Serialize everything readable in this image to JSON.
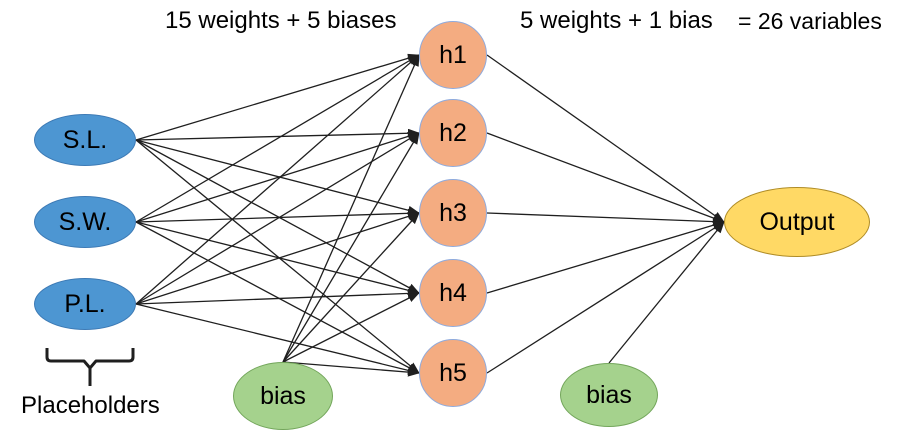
{
  "annotations": {
    "hidden_layer_note": "15 weights + 5 biases",
    "output_layer_note": "5 weights + 1 bias",
    "total_note": "= 26 variables",
    "placeholders_label": "Placeholders"
  },
  "nodes": {
    "sl": {
      "label": "S.L.",
      "type": "input"
    },
    "sw": {
      "label": "S.W.",
      "type": "input"
    },
    "pl": {
      "label": "P.L.",
      "type": "input"
    },
    "h1": {
      "label": "h1",
      "type": "hidden"
    },
    "h2": {
      "label": "h2",
      "type": "hidden"
    },
    "h3": {
      "label": "h3",
      "type": "hidden"
    },
    "h4": {
      "label": "h4",
      "type": "hidden"
    },
    "h5": {
      "label": "h5",
      "type": "hidden"
    },
    "bias_hidden": {
      "label": "bias",
      "type": "bias"
    },
    "bias_output": {
      "label": "bias",
      "type": "bias"
    },
    "output": {
      "label": "Output",
      "type": "output"
    }
  },
  "edges": [
    [
      "sl",
      "h1"
    ],
    [
      "sl",
      "h2"
    ],
    [
      "sl",
      "h3"
    ],
    [
      "sl",
      "h4"
    ],
    [
      "sl",
      "h5"
    ],
    [
      "sw",
      "h1"
    ],
    [
      "sw",
      "h2"
    ],
    [
      "sw",
      "h3"
    ],
    [
      "sw",
      "h4"
    ],
    [
      "sw",
      "h5"
    ],
    [
      "pl",
      "h1"
    ],
    [
      "pl",
      "h2"
    ],
    [
      "pl",
      "h3"
    ],
    [
      "pl",
      "h4"
    ],
    [
      "pl",
      "h5"
    ],
    [
      "bias_hidden",
      "h1"
    ],
    [
      "bias_hidden",
      "h2"
    ],
    [
      "bias_hidden",
      "h3"
    ],
    [
      "bias_hidden",
      "h4"
    ],
    [
      "bias_hidden",
      "h5"
    ],
    [
      "h1",
      "output"
    ],
    [
      "h2",
      "output"
    ],
    [
      "h3",
      "output"
    ],
    [
      "h4",
      "output"
    ],
    [
      "h5",
      "output"
    ],
    [
      "bias_output",
      "output"
    ]
  ],
  "colors": {
    "input-fill": "#4D96D2",
    "input-stroke": "#3D7AB5",
    "hidden-fill": "#F4AC81",
    "hidden-stroke": "#8FAADC",
    "bias-fill": "#A5D28D",
    "bias-stroke": "#73A65B",
    "output-fill": "#FFD965",
    "output-stroke": "#AF8C26",
    "edge": "#1F1F1F"
  }
}
